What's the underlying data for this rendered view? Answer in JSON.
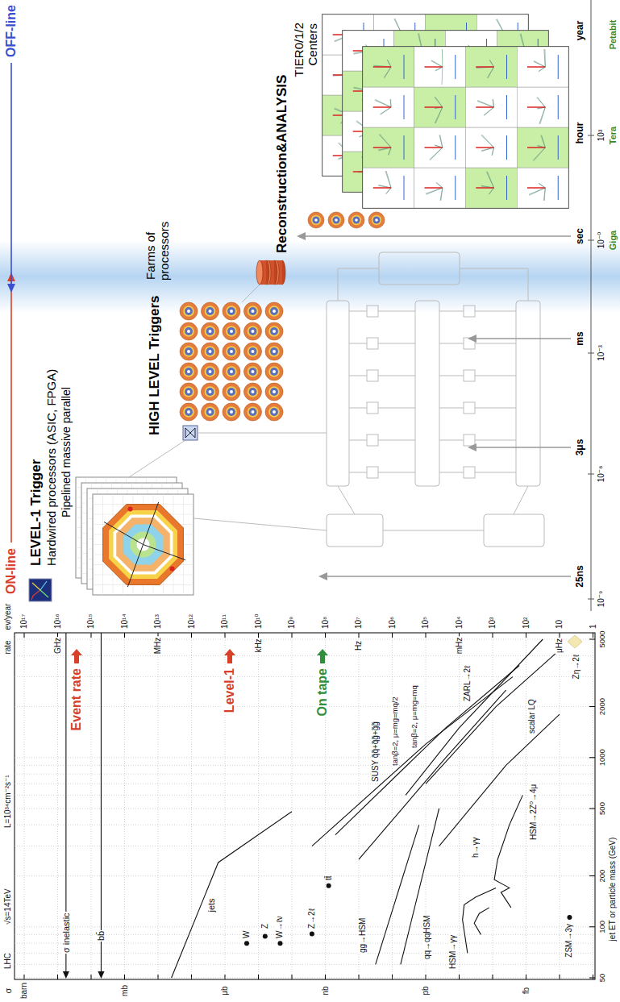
{
  "diagram": {
    "labels": [
      "σ",
      "barn",
      "mb",
      "μb",
      "nb",
      "pb",
      "fb",
      "LHC",
      "√s=14TeV",
      "L=10³⁴cm⁻²s⁻¹",
      "rate",
      "ev/year",
      "GHz",
      "MHz",
      "kHz",
      "Hz",
      "mHz",
      "μHz",
      "10¹⁷",
      "10¹⁶",
      "10¹⁵",
      "10¹⁴",
      "10¹³",
      "10¹²",
      "10¹¹",
      "10¹⁰",
      "10⁹",
      "10⁸",
      "10⁷",
      "10⁶",
      "10⁵",
      "10⁴",
      "10³",
      "10²",
      "10",
      "1",
      "σ inelastic",
      "bb̄",
      "jets",
      "W",
      "Z",
      "W→ℓν",
      "Z→2ℓ",
      "tt̄",
      "gg→HSM",
      "qq→qqHSM",
      "HSM→γγ",
      "h→γγ",
      "HSM→2Z⁰→4μ",
      "ZSM→3γ",
      "SUSY q̃q̃+q̃g̃+g̃g̃",
      "tanβ=2, μ=mg=mq/2",
      "tanβ=2, μ=mg=mq",
      "ZARL→2ℓ",
      "scalar LQ",
      "Zη→2ℓ",
      "Event rate",
      "Level-1",
      "On tape",
      "50",
      "100",
      "200",
      "500",
      "1000",
      "2000",
      "5000",
      "jet ET or particle mass (GeV)",
      "ON-line",
      "OFF-line",
      "LEVEL-1 Trigger",
      "Hardwired processors (ASIC, FPGA)",
      "Pipelined massive parallel",
      "HIGH LEVEL Triggers",
      "Farms of processors",
      "Reconstruction&ANALYSIS",
      "TIER0/1/2 Centers",
      "25ns",
      "3μs",
      "ms",
      "sec",
      "hour",
      "year",
      "10⁻⁹",
      "10⁻⁶",
      "10⁻³",
      "10⁻⁰",
      "10³",
      "Giga",
      "Tera",
      "Petabit"
    ]
  }
}
